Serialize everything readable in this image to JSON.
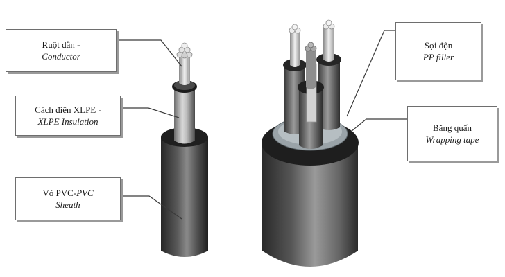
{
  "labels": {
    "conductor": {
      "vi": "Ruột dẫn -",
      "en": "Conductor"
    },
    "xlpe": {
      "vi": "Cách điện XLPE -",
      "en": "XLPE Insulation"
    },
    "pvc": {
      "vi": "Vỏ PVC-",
      "en_inline": "PVC",
      "en": "Sheath"
    },
    "filler": {
      "vi": "Sợi độn",
      "en": "PP filler"
    },
    "tape": {
      "vi": "Băng quấn",
      "en": "Wrapping tape"
    }
  },
  "colors": {
    "box_border": "#6e6e6e",
    "leader_line": "#3a3a3a",
    "sheath_dark": "#2a2a2a",
    "insulation_light": "#c8c8c8",
    "conductor_silver": "#d8d8d8",
    "tape_grey": "#9aa3a8"
  }
}
